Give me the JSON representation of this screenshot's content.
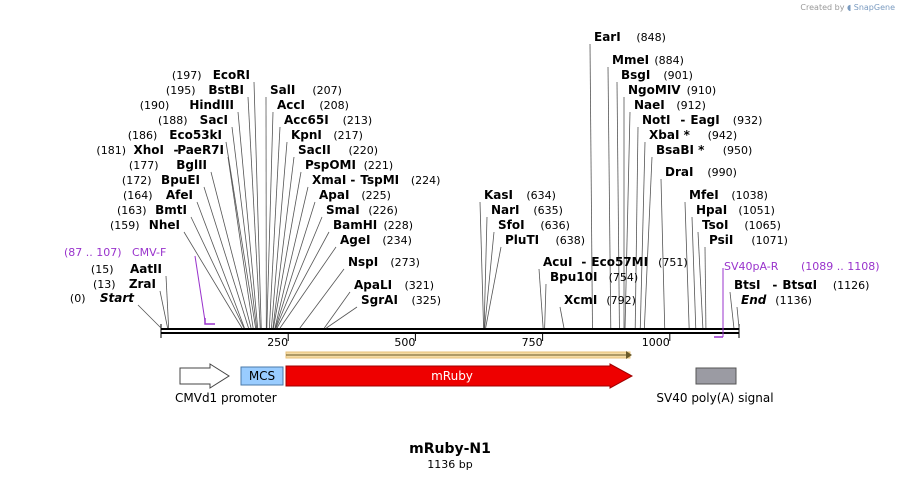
{
  "credit": {
    "prefix": "Created by",
    "brand": "SnapGene"
  },
  "map": {
    "name": "mRuby-N1",
    "length_label": "1136 bp",
    "length_bp": 1136,
    "ticks": [
      "250",
      "500",
      "750",
      "1000"
    ],
    "tick_values": [
      250,
      500,
      750,
      1000
    ],
    "colors": {
      "mruby": "#ee0000",
      "mcs": "#99ccff",
      "sv40": "#9b9ba3",
      "primer": "#9933cc",
      "orf": "#e9c27a"
    }
  },
  "sites_left": [
    {
      "pos": "(0)",
      "label": "Start",
      "italic": true,
      "bp": 0
    },
    {
      "pos": "(13)",
      "label": "ZraI",
      "bp": 13
    },
    {
      "pos": "(15)",
      "label": "AatII",
      "bp": 15
    },
    {
      "pos": "(159)",
      "label": "NheI",
      "bp": 159
    },
    {
      "pos": "(163)",
      "label": "BmtI",
      "bp": 163
    },
    {
      "pos": "(164)",
      "label": "AfeI",
      "bp": 164
    },
    {
      "pos": "(172)",
      "label": "BpuEI",
      "bp": 172
    },
    {
      "pos": "(177)",
      "label": "BglII",
      "bp": 177
    },
    {
      "pos": "(181)",
      "label": "XhoI",
      "label2": "PaeR7I",
      "bp": 181
    },
    {
      "pos": "(186)",
      "label": "Eco53kI",
      "bp": 186
    },
    {
      "pos": "(188)",
      "label": "SacI",
      "bp": 188
    },
    {
      "pos": "(190)",
      "label": "HindIII",
      "bp": 190
    },
    {
      "pos": "(195)",
      "label": "BstBI",
      "bp": 195
    },
    {
      "pos": "(197)",
      "label": "EcoRI",
      "bp": 197
    }
  ],
  "sites_mid": [
    {
      "label": "SalI",
      "pos": "(207)",
      "bp": 207
    },
    {
      "label": "AccI",
      "pos": "(208)",
      "bp": 208
    },
    {
      "label": "Acc65I",
      "pos": "(213)",
      "bp": 213
    },
    {
      "label": "KpnI",
      "pos": "(217)",
      "bp": 217
    },
    {
      "label": "SacII",
      "pos": "(220)",
      "bp": 220
    },
    {
      "label": "PspOMI",
      "pos": "(221)",
      "bp": 221
    },
    {
      "label": "XmaI",
      "label2": "TspMI",
      "pos": "(224)",
      "bp": 224
    },
    {
      "label": "ApaI",
      "pos": "(225)",
      "bp": 225
    },
    {
      "label": "SmaI",
      "pos": "(226)",
      "bp": 226
    },
    {
      "label": "BamHI",
      "pos": "(228)",
      "bp": 228
    },
    {
      "label": "AgeI",
      "pos": "(234)",
      "bp": 234
    },
    {
      "label": "NspI",
      "pos": "(273)",
      "bp": 273
    },
    {
      "label": "ApaLI",
      "pos": "(321)",
      "bp": 321
    },
    {
      "label": "SgrAI",
      "pos": "(325)",
      "bp": 325
    }
  ],
  "sites_center": [
    {
      "label": "KasI",
      "pos": "(634)",
      "bp": 634
    },
    {
      "label": "NarI",
      "pos": "(635)",
      "bp": 635
    },
    {
      "label": "SfoI",
      "pos": "(636)",
      "bp": 636
    },
    {
      "label": "PluTI",
      "pos": "(638)",
      "bp": 638
    }
  ],
  "sites_right": [
    {
      "label": "EarI",
      "pos": "(848)",
      "bp": 848
    },
    {
      "label": "MmeI",
      "pos": "(884)",
      "bp": 884
    },
    {
      "label": "BsgI",
      "pos": "(901)",
      "bp": 901
    },
    {
      "label": "NgoMIV",
      "pos": "(910)",
      "bp": 910
    },
    {
      "label": "NaeI",
      "pos": "(912)",
      "bp": 912
    },
    {
      "label": "NotI",
      "label2": "EagI",
      "pos": "(932)",
      "bp": 932
    },
    {
      "label": "XbaI *",
      "pos": "(942)",
      "bp": 942
    },
    {
      "label": "BsaBI *",
      "pos": "(950)",
      "bp": 950
    },
    {
      "label": "DraI",
      "pos": "(990)",
      "bp": 990
    },
    {
      "label": "AcuI",
      "label2": "Eco57MI",
      "pos": "(751)",
      "bp": 751
    },
    {
      "label": "Bpu10I",
      "pos": "(754)",
      "bp": 754
    },
    {
      "label": "XcmI",
      "pos": "(792)",
      "bp": 792
    }
  ],
  "sites_far": [
    {
      "label": "MfeI",
      "pos": "(1038)",
      "bp": 1038
    },
    {
      "label": "HpaI",
      "pos": "(1051)",
      "bp": 1051
    },
    {
      "label": "TsoI",
      "pos": "(1065)",
      "bp": 1065
    },
    {
      "label": "PsiI",
      "pos": "(1071)",
      "bp": 1071
    },
    {
      "label": "BtsI",
      "label2": "BtsαI",
      "pos": "(1126)",
      "bp": 1126
    },
    {
      "label": "End",
      "italic": true,
      "pos": "(1136)",
      "bp": 1136
    }
  ],
  "primers": [
    {
      "range": "(87 .. 107)",
      "label": "CMV-F",
      "bp": 87
    },
    {
      "label": "SV40pA-R",
      "range": "(1089 .. 1108)",
      "bp": 1108
    }
  ],
  "features": [
    {
      "label": "CMVd1 promoter"
    },
    {
      "label": "MCS"
    },
    {
      "label": "mRuby"
    },
    {
      "label": "SV40 poly(A) signal"
    }
  ]
}
